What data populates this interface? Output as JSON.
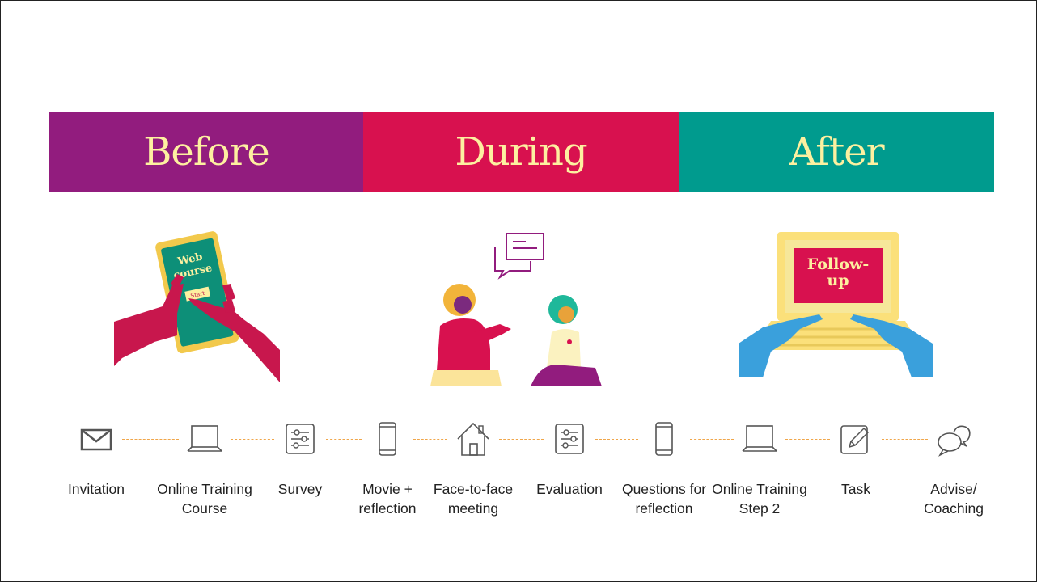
{
  "colors": {
    "before": "#921c7e",
    "during": "#d8114f",
    "after": "#009b8e",
    "banner_text": "#fdf0a0",
    "connector": "#f0a64a",
    "icon_stroke": "#555555"
  },
  "phases": [
    {
      "label": "Before"
    },
    {
      "label": "During"
    },
    {
      "label": "After"
    }
  ],
  "illustrations": {
    "phone_title": "Web\ncourse",
    "phone_title_line1": "Web",
    "phone_title_line2": "course",
    "phone_button": "Start",
    "laptop_screen_line1": "Follow-",
    "laptop_screen_line2": "up"
  },
  "steps": [
    {
      "icon": "envelope-icon",
      "label": "Invitation"
    },
    {
      "icon": "laptop-icon",
      "label": "Online Training Course"
    },
    {
      "icon": "sliders-icon",
      "label": "Survey"
    },
    {
      "icon": "phone-icon",
      "label": "Movie + reflection"
    },
    {
      "icon": "house-icon",
      "label": "Face-to-face meeting"
    },
    {
      "icon": "sliders-icon",
      "label": "Evaluation"
    },
    {
      "icon": "phone-icon",
      "label": "Questions for reflection"
    },
    {
      "icon": "laptop-icon",
      "label": "Online Training Step 2"
    },
    {
      "icon": "pencil-square-icon",
      "label": "Task"
    },
    {
      "icon": "chat-bubbles-icon",
      "label": "Advise/ Coaching"
    }
  ]
}
